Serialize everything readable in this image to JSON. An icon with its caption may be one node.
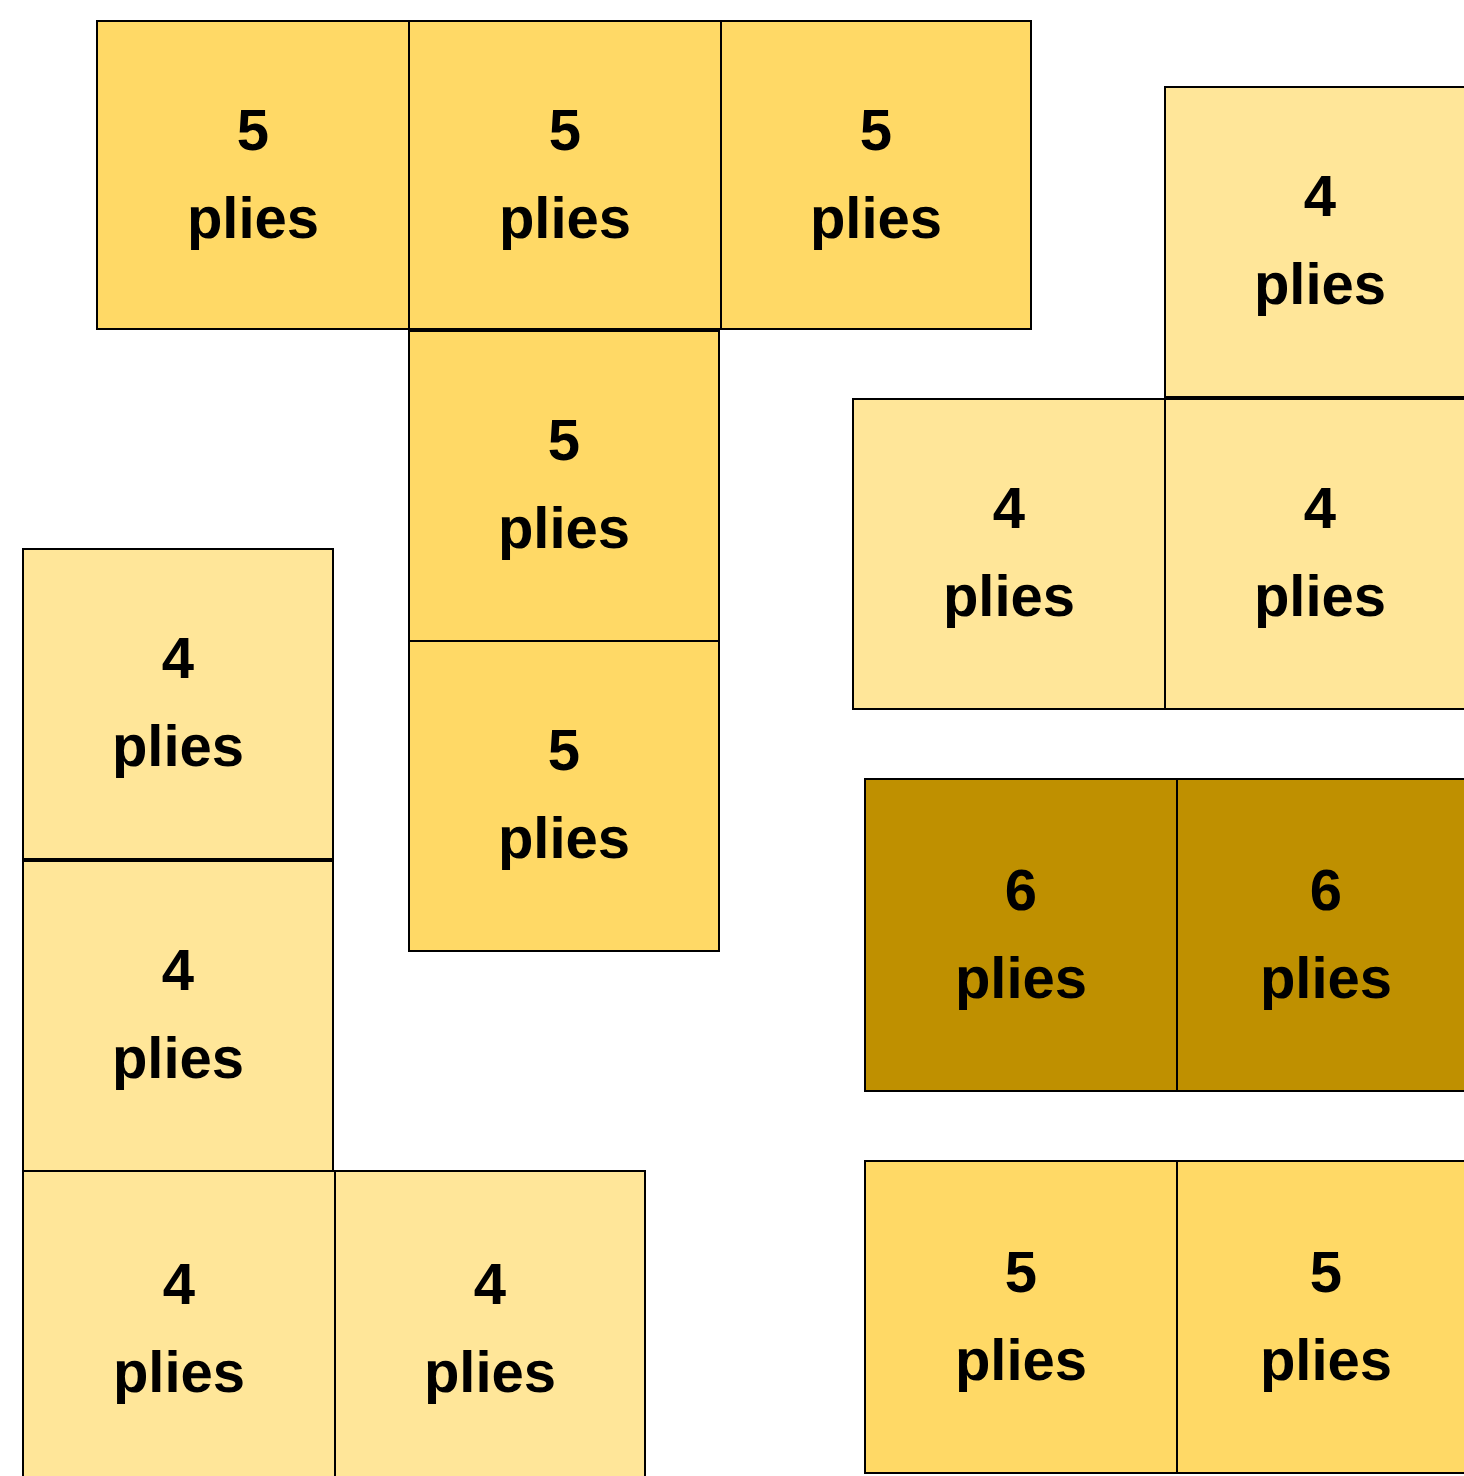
{
  "diagram": {
    "nodes": [
      {
        "text": [
          "5 plies"
        ]
      },
      {
        "text": [
          "5 plies"
        ]
      },
      {
        "text": [
          "5 plies"
        ]
      },
      {
        "text": [
          "4 plies"
        ]
      },
      {
        "text": [
          "5 plies"
        ]
      },
      {
        "text": [
          "4 plies"
        ]
      },
      {
        "text": [
          "4 plies"
        ]
      },
      {
        "text": [
          "4 plies"
        ]
      },
      {
        "text": [
          "5 plies"
        ]
      },
      {
        "text": [
          "6 plies"
        ]
      },
      {
        "text": [
          "6 plies"
        ]
      },
      {
        "text": [
          "4 plies"
        ]
      },
      {
        "text": [
          "5 plies"
        ]
      },
      {
        "text": [
          "5 plies"
        ]
      },
      {
        "text": [
          "4 plies"
        ]
      },
      {
        "text": [
          "4 plies"
        ]
      }
    ]
  }
}
